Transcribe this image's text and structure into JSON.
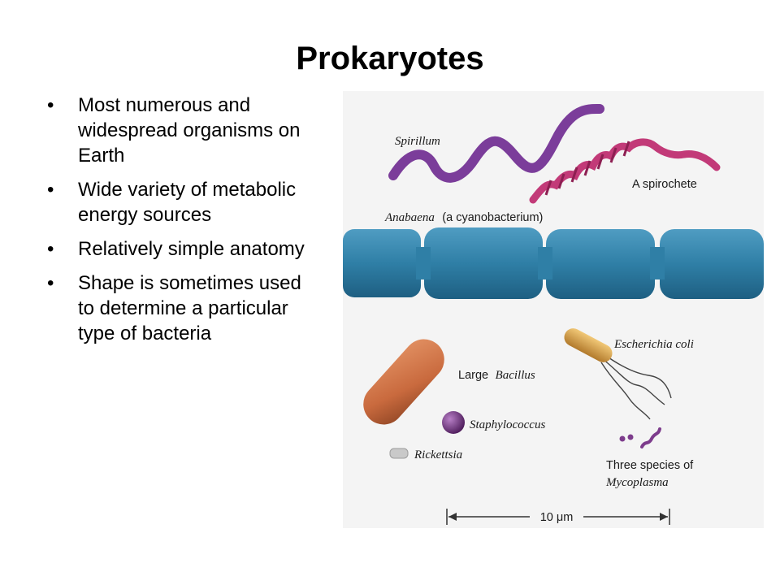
{
  "slide": {
    "title": "Prokaryotes",
    "bullet_char": "•",
    "bullets": [
      "Most numerous and widespread organisms on Earth",
      "Wide variety of metabolic energy sources",
      "Relatively simple anatomy",
      "Shape is sometimes used to determine a particular type of bacteria"
    ]
  },
  "figure": {
    "spirillum": "Spirillum",
    "spirochete": "A spirochete",
    "anabaena_name": "Anabaena",
    "anabaena_note": "(a cyanobacterium)",
    "large_prefix": "Large",
    "bacillus": "Bacillus",
    "ecoli": "Escherichia coli",
    "staph": "Staphylococcus",
    "rickettsia": "Rickettsia",
    "mycoplasma_line1": "Three species of",
    "mycoplasma_line2": "Mycoplasma",
    "scale": "10 μm",
    "colors": {
      "spirillum": "#7b3d9a",
      "spirochete": "#c23a78",
      "anabaena": "#2f7fa6",
      "bacillus": "#c96a3e",
      "ecoli": "#d19a3e",
      "staph": "#6f2f7c",
      "rickettsia": "#c9c9c9"
    }
  }
}
